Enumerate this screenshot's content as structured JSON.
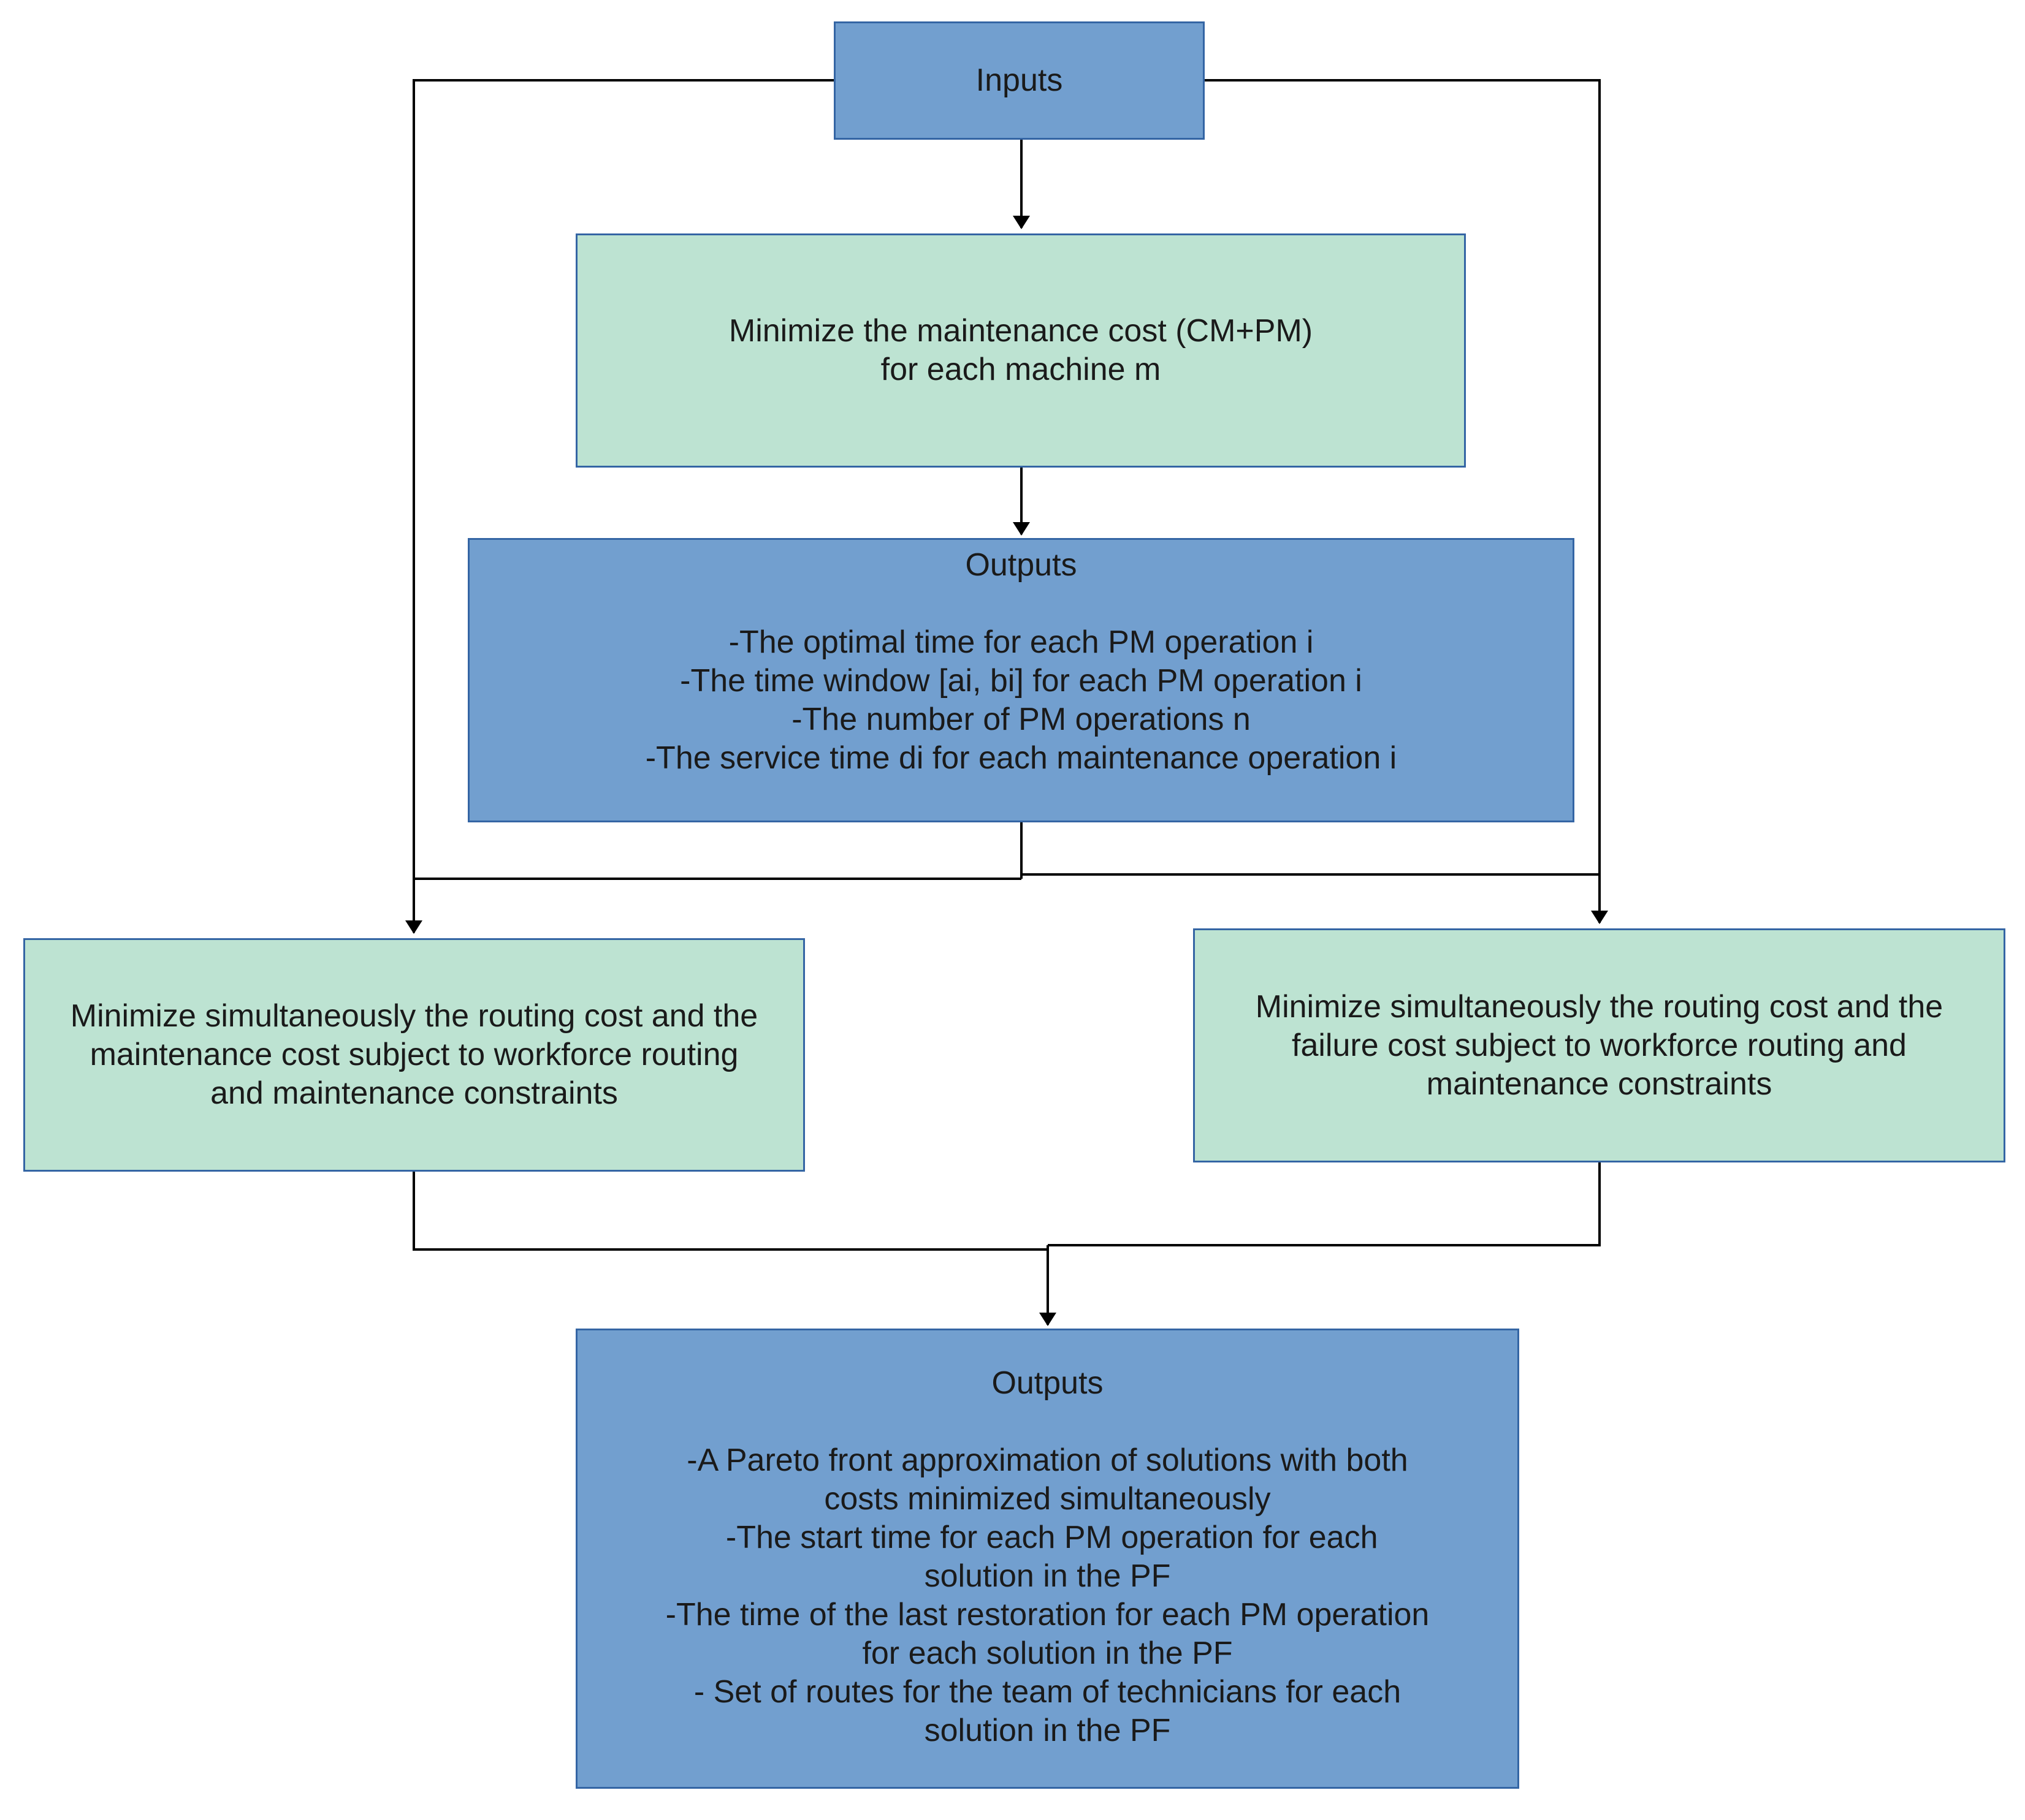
{
  "colors": {
    "blue_fill": "#729fcf",
    "blue_border": "#3465a4",
    "green_fill": "#bde3d2",
    "line": "#000000"
  },
  "nodes": {
    "inputs": {
      "lines": [
        "Inputs"
      ]
    },
    "minimize_maintenance": {
      "lines": [
        "Minimize the maintenance cost (CM+PM)",
        "for each machine m"
      ]
    },
    "outputs_1": {
      "title": "Outputs",
      "lines": [
        "-The optimal time for each PM operation i",
        "-The time window [ai, bi] for each PM operation i",
        "-The number of PM operations n",
        "-The service time di for each maintenance operation i"
      ]
    },
    "minimize_routing_maintenance": {
      "lines": [
        "Minimize simultaneously the routing cost and the",
        "maintenance cost subject to workforce routing",
        "and maintenance constraints"
      ]
    },
    "minimize_routing_failure": {
      "lines": [
        "Minimize simultaneously the routing cost and the",
        "failure cost subject to workforce routing and",
        "maintenance constraints"
      ]
    },
    "outputs_2": {
      "title": "Outputs",
      "lines": [
        "-A Pareto front approximation of solutions with both",
        "costs minimized simultaneously",
        " -The start time for each PM operation for each",
        "solution in the PF",
        "-The time of the last restoration for each PM operation",
        "for each solution in the PF",
        "- Set of routes for the team of technicians for each",
        "solution in the PF"
      ]
    }
  }
}
